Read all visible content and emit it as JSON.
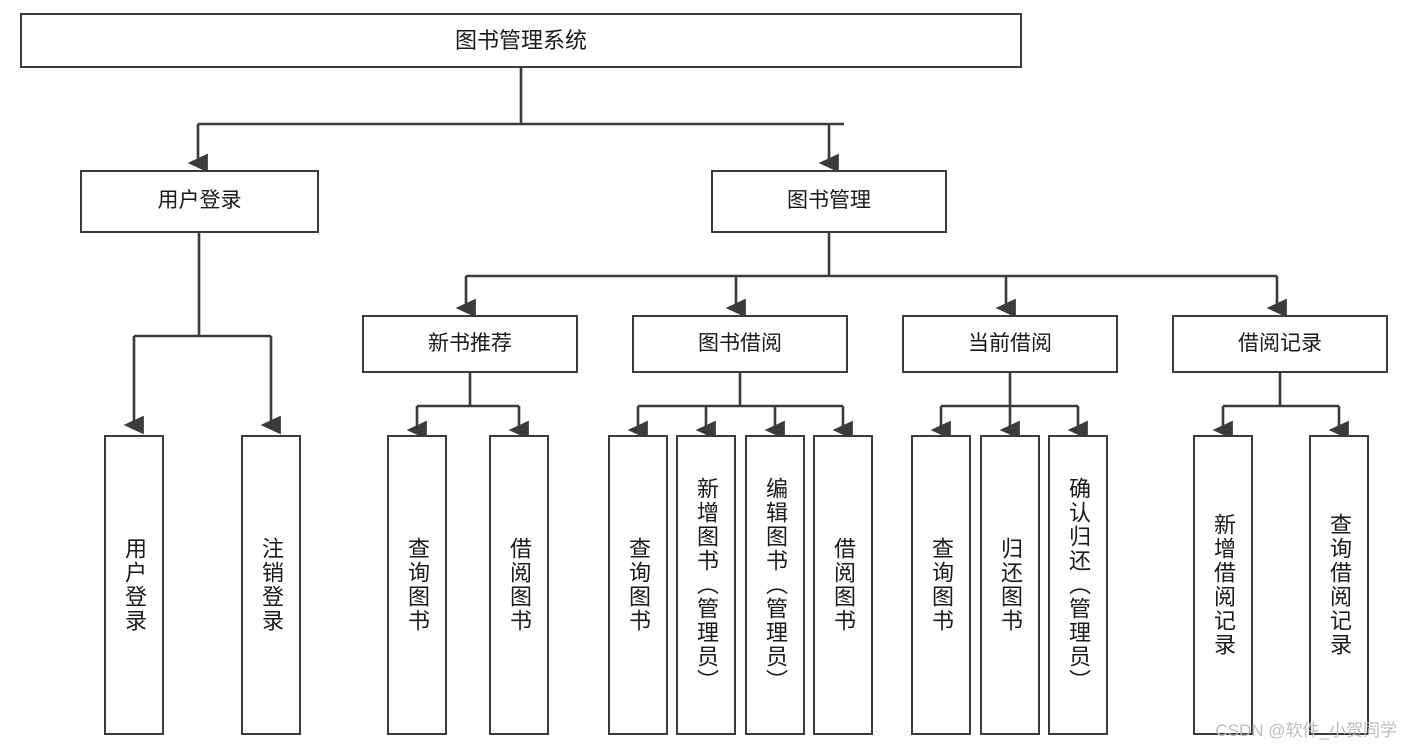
{
  "diagram": {
    "type": "tree",
    "title": "图书管理系统",
    "watermark": "CSDN @软件_小贺同学",
    "colors": {
      "border": "#3b3b3b",
      "background": "#ffffff",
      "text": "#1a1a1a",
      "connector": "#3b3b3b",
      "watermark": "#bdbdbd"
    },
    "root": {
      "label": "图书管理系统"
    },
    "level2": [
      {
        "label": "用户登录"
      },
      {
        "label": "图书管理"
      }
    ],
    "level3": [
      {
        "label": "新书推荐"
      },
      {
        "label": "图书借阅"
      },
      {
        "label": "当前借阅"
      },
      {
        "label": "借阅记录"
      }
    ],
    "leaves": {
      "user_login": [
        {
          "label": "用户登录"
        },
        {
          "label": "注销登录"
        }
      ],
      "new_book_recommend": [
        {
          "label": "查询图书"
        },
        {
          "label": "借阅图书"
        }
      ],
      "book_borrow": [
        {
          "label": "查询图书"
        },
        {
          "label": "新增图书（管理员）"
        },
        {
          "label": "编辑图书（管理员）"
        },
        {
          "label": "借阅图书"
        }
      ],
      "current_borrow": [
        {
          "label": "查询图书"
        },
        {
          "label": "归还图书"
        },
        {
          "label": "确认归还（管理员）"
        }
      ],
      "borrow_record": [
        {
          "label": "新增借阅记录"
        },
        {
          "label": "查询借阅记录"
        }
      ]
    }
  }
}
